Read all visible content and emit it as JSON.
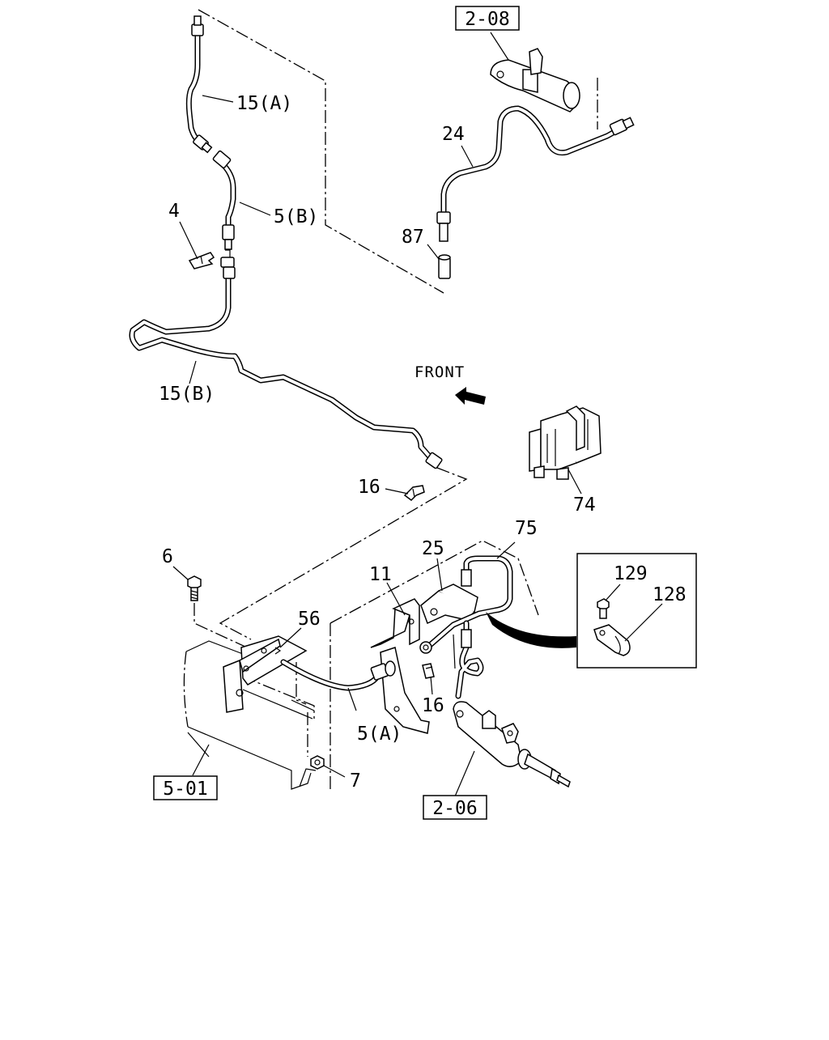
{
  "labels": {
    "ref_2_08": "2-08",
    "ref_2_06": "2-06",
    "ref_5_01": "5-01",
    "p15a": "15(A)",
    "p5b": "5(B)",
    "p4": "4",
    "p24": "24",
    "p87": "87",
    "p15b": "15(B)",
    "front": "FRONT",
    "p16_top": "16",
    "p74": "74",
    "p75": "75",
    "p25": "25",
    "p11": "11",
    "p6": "6",
    "p56": "56",
    "p129": "129",
    "p128": "128",
    "p16_bot": "16",
    "p5a": "5(A)",
    "p7": "7"
  }
}
